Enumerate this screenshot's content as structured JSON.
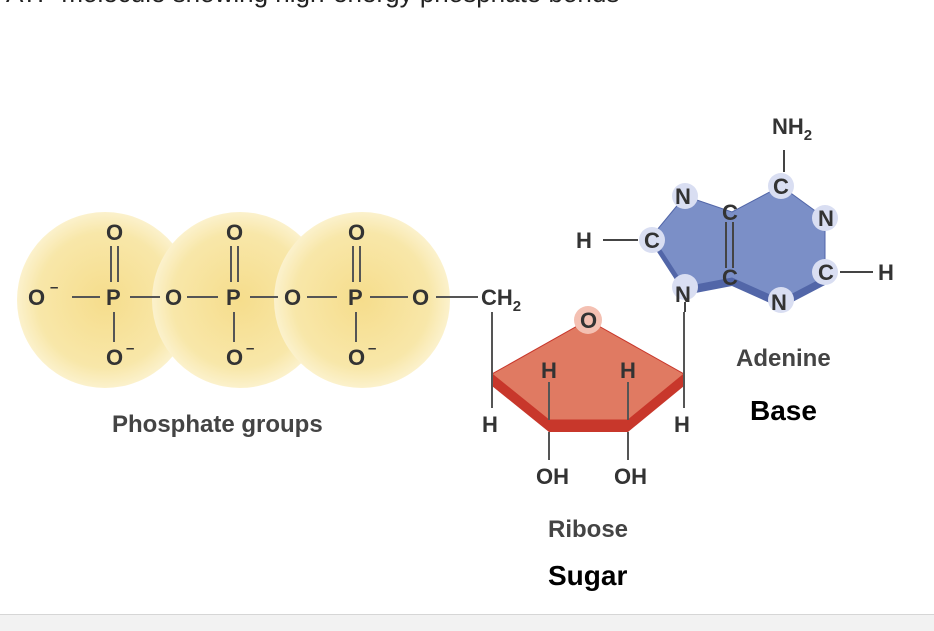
{
  "header_text": "ATP molecule showing high-energy phosphate bonds",
  "phosphate": {
    "o_top": "O",
    "p": "P",
    "o_bridge": "O",
    "o_minus": "O",
    "minus": "–",
    "caption": "Phosphate groups"
  },
  "sugar": {
    "ch": "CH",
    "ch_sub": "2",
    "ring_o": "O",
    "h": "H",
    "oh": "OH",
    "caption": "Ribose",
    "category": "Sugar"
  },
  "base": {
    "nh": "NH",
    "nh_sub": "2",
    "c": "C",
    "n": "N",
    "h": "H",
    "caption": "Adenine",
    "category": "Base"
  },
  "colors": {
    "phosphate_fill": "#f7e29a",
    "phosphate_edge": "#fffbe6",
    "sugar_fill": "#e07a62",
    "sugar_edge": "#c8372b",
    "base_fill": "#7b8fc7",
    "base_edge": "#5266a8",
    "atom_halo": "#d9def2",
    "bond": "#555555"
  }
}
